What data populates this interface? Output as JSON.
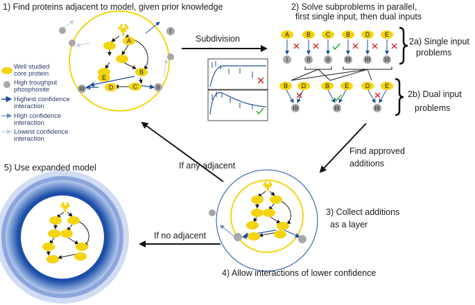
{
  "colors": {
    "core_protein": "#f4d40f",
    "phosphosite": "#a8a8a8",
    "highest_confidence": "#1f4e9c",
    "high_confidence": "#5a86c2",
    "lowest_confidence": "#b9cde6",
    "approved_check": "#3aa83a",
    "rejected_cross": "#d0202a",
    "expanded_model_ring": "#1b4fa8"
  },
  "steps": {
    "step1": "1) Find proteins adjacent to model, given prior knowledge",
    "step2_line1": "2) Solve subproblems in parallel,",
    "step2_line2": "first single input, then dual inputs",
    "step2a_line1": "2a) Single input",
    "step2a_line2": "problems",
    "step2b_line1": "2b) Dual input",
    "step2b_line2": "problems",
    "step3_line1": "3) Collect additions",
    "step3_line2": "as a layer",
    "step4": "4)  Allow interactions of lower confidence",
    "step5": "5)  Use expanded model"
  },
  "arrows": {
    "subdivision": "Subdivision",
    "find_line1": "Find approved",
    "find_line2": "additions",
    "if_any": "If any adjacent",
    "if_no": "If no adjacent"
  },
  "legend": {
    "core_line1": "Well studied",
    "core_line2": "core protein",
    "phos_line1": "High troughput",
    "phos_line2": "phosphosite",
    "highest_line1": "Highest confidence",
    "highest_line2": "interaction",
    "high_line1": "High confidence",
    "high_line2": "interaction",
    "lowest_line1": "Lowest confidence",
    "lowest_line2": "interaction"
  },
  "nodes": {
    "A": "A",
    "B": "B",
    "C": "C",
    "D": "D",
    "E": "E",
    "I": "I",
    "II": "II",
    "III": "III"
  },
  "icons": [
    "receptor-icon",
    "check-icon",
    "cross-icon"
  ]
}
